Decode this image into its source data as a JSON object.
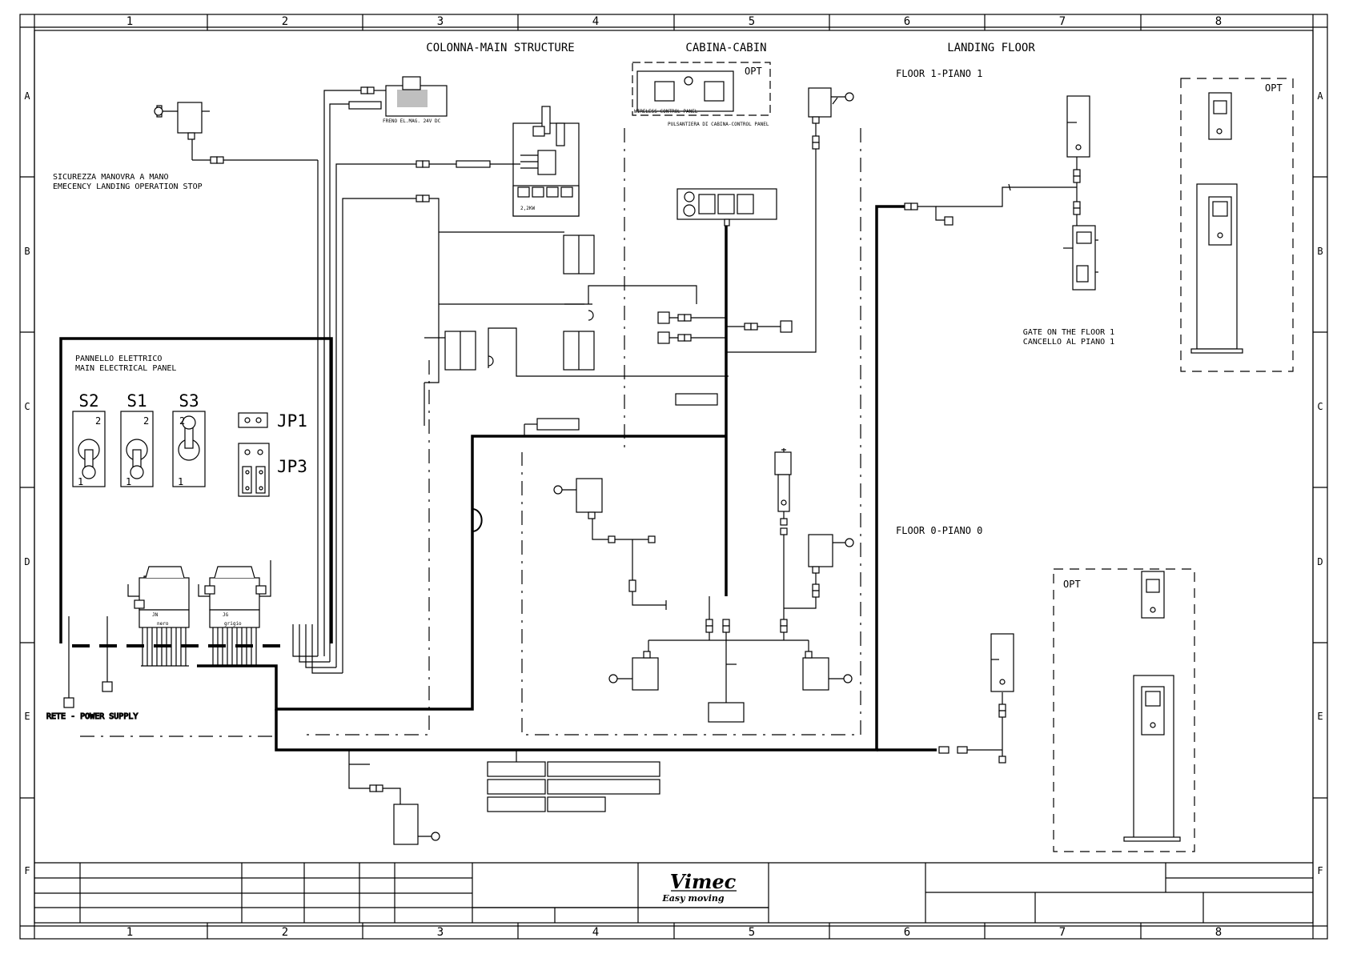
{
  "grid": {
    "columns": [
      "1",
      "2",
      "3",
      "4",
      "5",
      "6",
      "7",
      "8"
    ],
    "rows": [
      "A",
      "B",
      "C",
      "D",
      "E",
      "F"
    ]
  },
  "sections": {
    "main_structure": "COLONNA-MAIN STRUCTURE",
    "cabin": "CABINA-CABIN",
    "landing": "LANDING FLOOR",
    "floor1": "FLOOR 1-PIANO 1",
    "floor0": "FLOOR 0-PIANO 0"
  },
  "labels": {
    "emergency_it": "SICUREZZA MANOVRA A MANO",
    "emergency_en": "EMECENCY LANDING OPERATION STOP",
    "panel_it": "PANNELLO ELETTRICO",
    "panel_en": "MAIN ELECTRICAL PANEL",
    "power_supply": "RETE - POWER SUPPLY",
    "brake": "FRENO EL.MAG. 24V DC",
    "motor_power": "2,2KW",
    "wireless_panel": "WIRELESS CONTROL PANEL",
    "control_panel": "PULSANTIERA DI CABINA-CONTROL PANEL",
    "gate_en": "GATE ON THE FLOOR 1",
    "gate_it": "CANCELLO AL PIANO 1",
    "opt": "OPT"
  },
  "panel_switches": [
    {
      "name": "S2",
      "top": "2",
      "bottom": "1"
    },
    {
      "name": "S1",
      "top": "2",
      "bottom": "1"
    },
    {
      "name": "S3",
      "top": "2",
      "bottom": "1"
    }
  ],
  "jumpers": {
    "jp1": "JP1",
    "jp3": "JP3"
  },
  "connectors": {
    "jn": {
      "label": "JN",
      "color": "nero"
    },
    "jg": {
      "label": "JG",
      "color": "grigio"
    }
  },
  "logo": {
    "brand": "Vimec",
    "tagline": "Easy moving"
  }
}
